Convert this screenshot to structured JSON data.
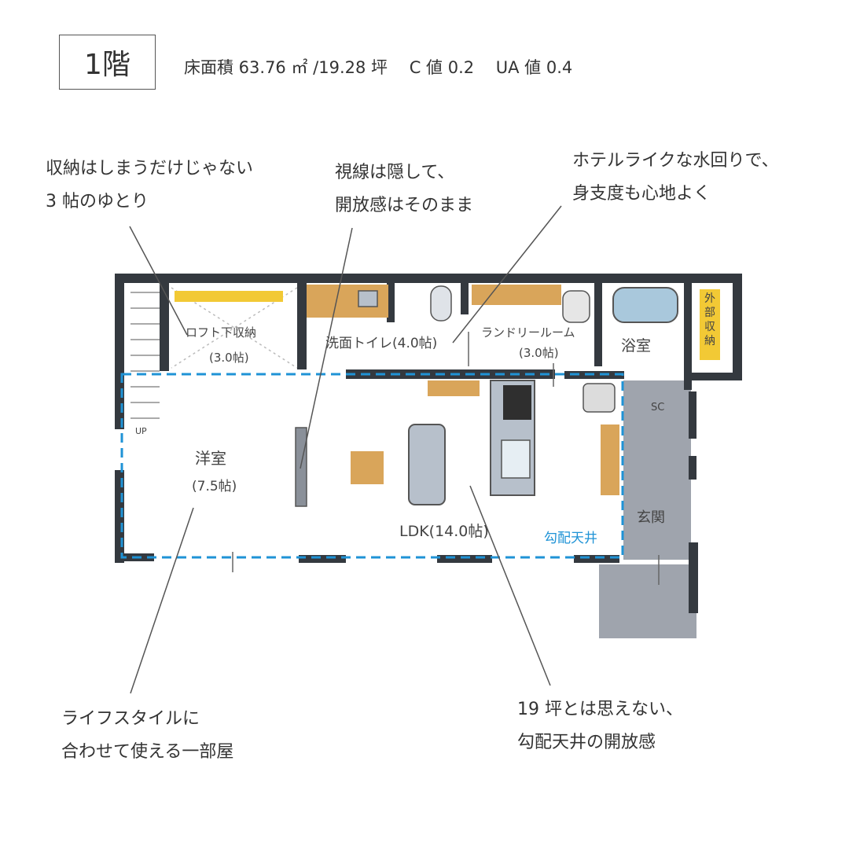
{
  "header": {
    "floor_label": "1階",
    "specs": "床面積 63.76 ㎡ /19.28 坪　 C 値 0.2　 UA 値 0.4"
  },
  "annotations": [
    {
      "id": "storage",
      "lines": [
        "収納はしまうだけじゃない",
        "3 帖のゆとり"
      ]
    },
    {
      "id": "sightline",
      "lines": [
        "視線は隠して、",
        "開放感はそのまま"
      ]
    },
    {
      "id": "water",
      "lines": [
        "ホテルライクな水回りで、",
        "身支度も心地よく"
      ]
    },
    {
      "id": "room",
      "lines": [
        "ライフスタイルに",
        "合わせて使える一部屋"
      ]
    },
    {
      "id": "ceiling",
      "lines": [
        "19 坪とは思えない、",
        "勾配天井の開放感"
      ]
    }
  ],
  "plan_labels": {
    "loft_storage": "ロフト下収納",
    "loft_storage_size": "(3.0帖)",
    "washroom": "洗面トイレ(4.0帖)",
    "laundry": "ランドリールーム",
    "laundry_size": "(3.0帖)",
    "bath": "浴室",
    "external_storage": "外部収納",
    "western_room": "洋室",
    "western_room_size": "(7.5帖)",
    "ldk": "LDK(14.0帖)",
    "sloped_ceiling": "勾配天井",
    "entrance": "玄関",
    "shoe_cloak": "SC",
    "stairs_up": "UP"
  },
  "colors": {
    "wall": "#34393f",
    "wood": "#d9a55a",
    "grey_floor": "#9fa4ad",
    "sofa": "#b7c0cb",
    "bath_blue": "#a9c8dc",
    "highlight": "#f2c935",
    "ceiling_line": "#1f93d6",
    "leader": "#555555"
  }
}
